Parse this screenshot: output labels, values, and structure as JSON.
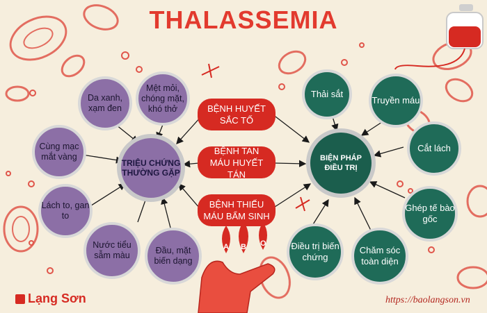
{
  "title": "THALASSEMIA",
  "symptoms_hub": "TRIỆU CHỨNG THƯỜNG GẶP",
  "treatment_hub": "BIỆN PHÁP ĐIỀU TRỊ",
  "symptoms": [
    "Da xanh, xạm đen",
    "Mệt mỏi, chóng mặt, khó thở",
    "Cùng mạc mắt vàng",
    "Lách to, gan to",
    "Nước tiểu sẫm màu",
    "Đầu, mặt biến dạng"
  ],
  "treatments": [
    "Thải sắt",
    "Truyền máu",
    "Cắt lách",
    "Ghép tế bào gốc",
    "Chăm sóc toàn diện",
    "Điều trị biến chứng"
  ],
  "diseases": [
    "BỆNH HUYẾT SẮC TỐ",
    "BỆNH TAN MÁU HUYẾT TÁN",
    "BỆNH THIẾU MÁU BẨM SINH"
  ],
  "blood_types": [
    "A",
    "B",
    "O"
  ],
  "footer": {
    "logo": "Lạng Sơn",
    "url": "https://baolangson.vn"
  },
  "colors": {
    "background": "#f6eedd",
    "title": "#e23a2e",
    "symptom_fill": "#8c6fa6",
    "treatment_fill": "#1f6b58",
    "pill": "#d62a22"
  }
}
